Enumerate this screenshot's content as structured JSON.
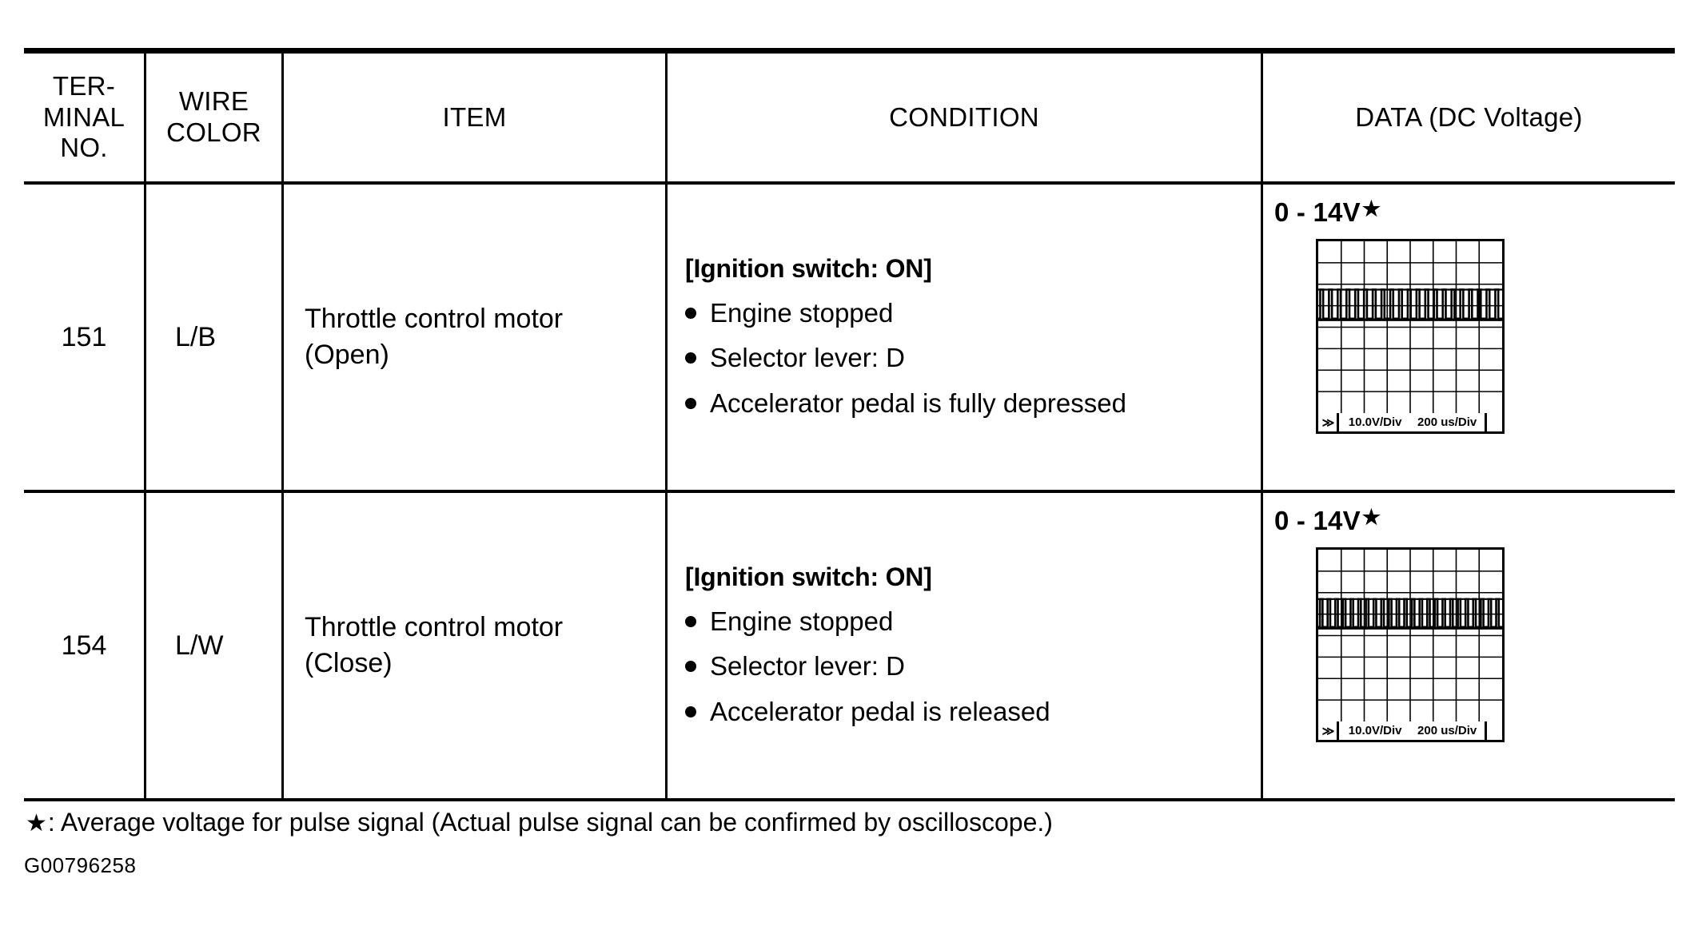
{
  "table": {
    "headers": [
      {
        "key": "terminal",
        "label": "TER-\nMINAL\nNO."
      },
      {
        "key": "wire",
        "label": "WIRE\nCOLOR"
      },
      {
        "key": "item",
        "label": "ITEM"
      },
      {
        "key": "condition",
        "label": "CONDITION"
      },
      {
        "key": "data",
        "label": "DATA (DC Voltage)"
      }
    ],
    "rows": [
      {
        "terminal": "151",
        "wire_color": "L/B",
        "item": "Throttle control motor\n(Open)",
        "condition_heading": "[Ignition switch: ON]",
        "condition_items": [
          "Engine stopped",
          "Selector lever: D",
          "Accelerator pedal is fully depressed"
        ],
        "data_voltage": "0 - 14V",
        "data_star": "★",
        "scope": {
          "volts_per_div": "10.0V/Div",
          "time_per_div": "200 us/Div",
          "arrow": "≫",
          "grid_cols": 8,
          "grid_rows": 8,
          "pulse_count": 21,
          "baseline_div": 3.6,
          "pulse_height_div": 1.35
        }
      },
      {
        "terminal": "154",
        "wire_color": "L/W",
        "item": "Throttle control motor\n(Close)",
        "condition_heading": "[Ignition switch: ON]",
        "condition_items": [
          "Engine stopped",
          "Selector lever: D",
          "Accelerator pedal is released"
        ],
        "data_voltage": "0 - 14V",
        "data_star": "★",
        "scope": {
          "volts_per_div": "10.0V/Div",
          "time_per_div": "200 us/Div",
          "arrow": "≫",
          "grid_cols": 8,
          "grid_rows": 8,
          "pulse_count": 24,
          "baseline_div": 3.6,
          "pulse_height_div": 1.3
        }
      }
    ]
  },
  "footnote": {
    "star": "★",
    "text": ": Average voltage for pulse signal (Actual pulse signal can be confirmed by oscilloscope.)"
  },
  "figure_id": "G00796258",
  "colors": {
    "ink": "#000000",
    "paper": "#ffffff"
  }
}
